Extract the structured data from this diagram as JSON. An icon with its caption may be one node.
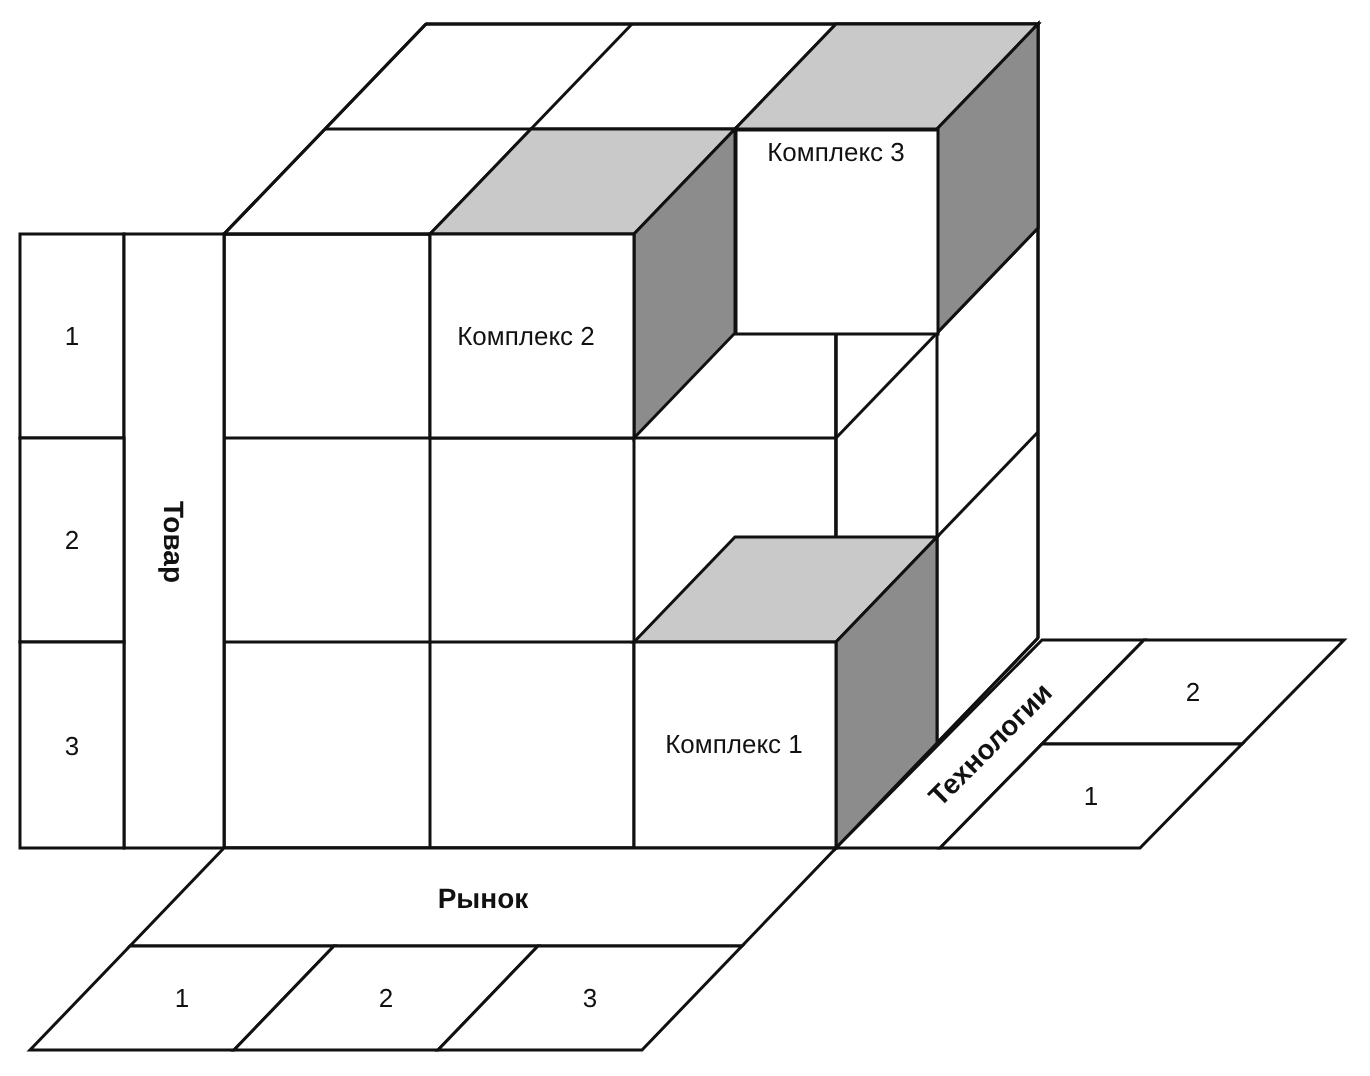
{
  "diagram": {
    "nodes": [
      {
        "text": [
          "Комплекс 3"
        ]
      },
      {
        "text": [
          "1"
        ]
      },
      {
        "text": [
          "Товар"
        ]
      },
      {
        "text": [
          "Комплекс 2"
        ]
      },
      {
        "text": [
          "2"
        ]
      },
      {
        "text": [
          "3"
        ]
      },
      {
        "text": [
          "Комплекс 1"
        ]
      },
      {
        "text": [
          "Технологии"
        ]
      },
      {
        "text": [
          "2"
        ]
      },
      {
        "text": [
          "1"
        ]
      },
      {
        "text": [
          "Рынок"
        ]
      },
      {
        "text": [
          "1"
        ]
      },
      {
        "text": [
          "2"
        ]
      },
      {
        "text": [
          "3"
        ]
      }
    ]
  }
}
